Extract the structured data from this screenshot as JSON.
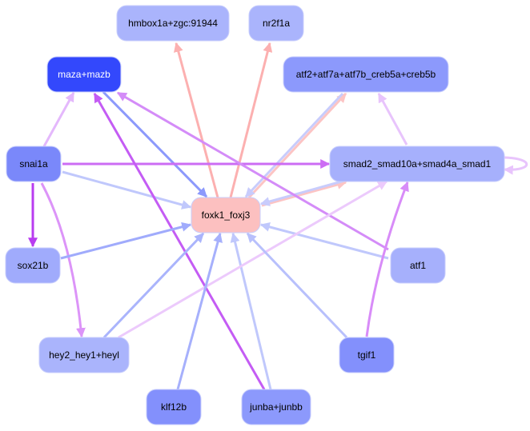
{
  "diagram": {
    "type": "directed-graph",
    "nodes": [
      {
        "id": "hmbox",
        "label": "hmbox1a+zgc:91944",
        "fill": "#aab4fc",
        "text": "#000000"
      },
      {
        "id": "nr2f1a",
        "label": "nr2f1a",
        "fill": "#aab4fc",
        "text": "#000000"
      },
      {
        "id": "maza",
        "label": "maza+mazb",
        "fill": "#3348fc",
        "text": "#ffffff"
      },
      {
        "id": "atf2",
        "label": "atf2+atf7a+atf7b_creb5a+creb5b",
        "fill": "#8c99fc",
        "text": "#000000"
      },
      {
        "id": "snai1a",
        "label": "snai1a",
        "fill": "#7a88fa",
        "text": "#000000"
      },
      {
        "id": "smad",
        "label": "smad2_smad10a+smad4a_smad1",
        "fill": "#a6b0fc",
        "text": "#000000"
      },
      {
        "id": "foxk1",
        "label": "foxk1_foxj3",
        "fill": "#fcc0c0",
        "text": "#000000"
      },
      {
        "id": "sox21b",
        "label": "sox21b",
        "fill": "#a0abfc",
        "text": "#000000"
      },
      {
        "id": "atf1",
        "label": "atf1",
        "fill": "#a6b0fc",
        "text": "#000000"
      },
      {
        "id": "hey2",
        "label": "hey2_hey1+heyl",
        "fill": "#aab4fc",
        "text": "#000000"
      },
      {
        "id": "tgif1",
        "label": "tgif1",
        "fill": "#8390fc",
        "text": "#000000"
      },
      {
        "id": "klf12b",
        "label": "klf12b",
        "fill": "#8390fc",
        "text": "#000000"
      },
      {
        "id": "junba",
        "label": "junba+junbb",
        "fill": "#8c99fc",
        "text": "#000000"
      }
    ],
    "edges": [
      {
        "from": "foxk1",
        "to": "hmbox",
        "color": "#fcb0b0"
      },
      {
        "from": "foxk1",
        "to": "nr2f1a",
        "color": "#fcb0b0"
      },
      {
        "from": "foxk1",
        "to": "atf2",
        "color": "#fcc4c4"
      },
      {
        "from": "atf2",
        "to": "foxk1",
        "color": "#c8ccfc"
      },
      {
        "from": "foxk1",
        "to": "smad",
        "color": "#fcc4c4"
      },
      {
        "from": "smad",
        "to": "foxk1",
        "color": "#c8ccfc"
      },
      {
        "from": "maza",
        "to": "foxk1",
        "color": "#8c99fc"
      },
      {
        "from": "snai1a",
        "to": "maza",
        "color": "#e4b8fc"
      },
      {
        "from": "snai1a",
        "to": "smad",
        "color": "#cc6cf4"
      },
      {
        "from": "snai1a",
        "to": "foxk1",
        "color": "#c0c8fc"
      },
      {
        "from": "snai1a",
        "to": "sox21b",
        "color": "#b83cf0"
      },
      {
        "from": "snai1a",
        "to": "hey2",
        "color": "#dc94f8"
      },
      {
        "from": "smad",
        "to": "atf2",
        "color": "#e8c4fc"
      },
      {
        "from": "smad",
        "to": "smad",
        "color": "#e8c4fc"
      },
      {
        "from": "atf1",
        "to": "maza",
        "color": "#d48cf8"
      },
      {
        "from": "atf1",
        "to": "foxk1",
        "color": "#c0c8fc"
      },
      {
        "from": "junba",
        "to": "maza",
        "color": "#c45cf4"
      },
      {
        "from": "junba",
        "to": "foxk1",
        "color": "#c0c8fc"
      },
      {
        "from": "sox21b",
        "to": "foxk1",
        "color": "#a0abfc"
      },
      {
        "from": "hey2",
        "to": "foxk1",
        "color": "#aab4fc"
      },
      {
        "from": "hey2",
        "to": "smad",
        "color": "#eccafc"
      },
      {
        "from": "tgif1",
        "to": "foxk1",
        "color": "#b8c0fc"
      },
      {
        "from": "tgif1",
        "to": "smad",
        "color": "#d88cf8"
      },
      {
        "from": "klf12b",
        "to": "foxk1",
        "color": "#a6b0fc"
      }
    ]
  }
}
